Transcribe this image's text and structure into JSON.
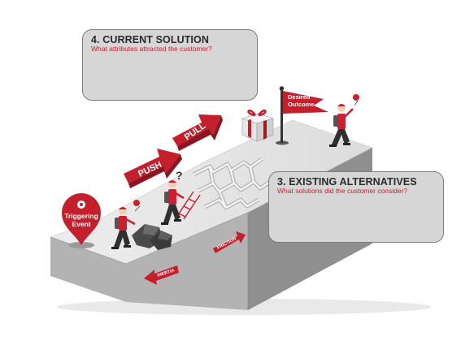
{
  "callouts": {
    "current": {
      "title": "4. CURRENT SOLUTION",
      "subtitle": "What attributes attracted the customer?"
    },
    "alternatives": {
      "title": "3. EXISTING ALTERNATIVES",
      "subtitle": "What solutions did the customer consider?"
    }
  },
  "labels": {
    "push": "PUSH",
    "pull": "PULL",
    "inertia": "INERTIA",
    "friction": "FRICTION",
    "triggering_event": [
      "Triggering",
      "Event"
    ],
    "desired_outcome": [
      "Desired",
      "Outcome"
    ]
  },
  "colors": {
    "accent_red": "#cc1f2f",
    "callout_fill": "#d6d6d6",
    "callout_border": "#7d7d7d",
    "hill_top": "#e6e6e6",
    "hill_front": "#b3b3b3",
    "hill_side": "#8f8f8f"
  }
}
